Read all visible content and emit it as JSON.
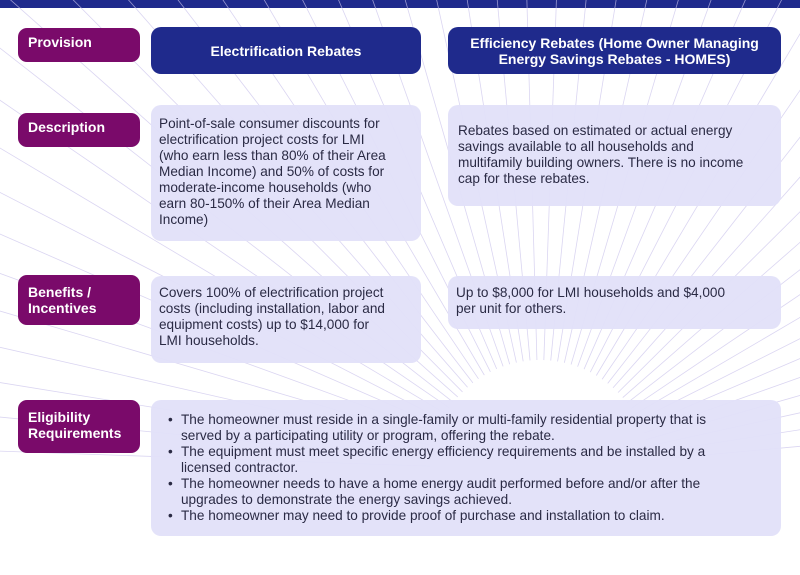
{
  "colors": {
    "header_blue": "#1f2a8c",
    "label_purple": "#7a0a6a",
    "cell_lavender": "#e2e0f9",
    "ray_lilac": "#cbc4ec"
  },
  "row_labels": {
    "provision": "Provision",
    "description": "Description",
    "benefits": [
      "Benefits /",
      "Incentives"
    ],
    "eligibility": [
      "Eligibility",
      "Requirements"
    ]
  },
  "columns": {
    "electrification": "Electrification Rebates",
    "efficiency": [
      "Efficiency Rebates (Home Owner Managing",
      "Energy Savings Rebates - HOMES)"
    ]
  },
  "description": {
    "electrification": [
      "Point-of-sale consumer discounts for",
      "electrification project costs for LMI",
      "(who earn less than 80% of their Area",
      "Median Income) and 50% of costs for",
      "moderate-income households (who",
      "earn 80-150% of their Area Median",
      "Income)"
    ],
    "efficiency": [
      "Rebates based on estimated or actual energy",
      "savings available to all households and",
      "multifamily building owners. There is no income",
      "cap for these rebates."
    ]
  },
  "benefits": {
    "electrification": [
      "Covers 100% of electrification project",
      "costs (including installation, labor and",
      "equipment costs)  up to $14,000 for",
      "LMI households."
    ],
    "efficiency": [
      "Up to $8,000 for LMI households and $4,000",
      "per unit for others."
    ]
  },
  "eligibility": {
    "items": [
      [
        "The homeowner must reside in a single-family or multi-family residential property that is",
        "served by a participating utility or program, offering the rebate."
      ],
      [
        "The equipment must meet specific energy efficiency requirements and be installed by a",
        "licensed contractor."
      ],
      [
        "The homeowner needs to have a home energy audit performed before and/or after the",
        "upgrades to demonstrate the energy savings achieved."
      ],
      [
        "The homeowner may need to provide proof of purchase and installation to claim."
      ]
    ]
  }
}
